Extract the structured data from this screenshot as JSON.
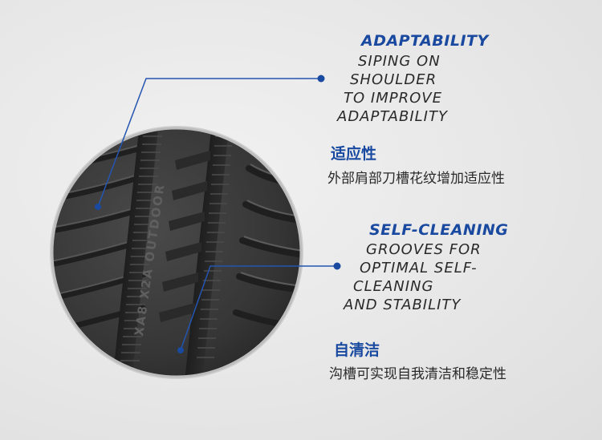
{
  "callouts": [
    {
      "title": "ADAPTABILITY",
      "lines": [
        "SIPING ON",
        "SHOULDER",
        "TO IMPROVE",
        "ADAPTABILITY"
      ],
      "cn_title": "适应性",
      "cn_desc": "外部肩部刀槽花纹增加适应性"
    },
    {
      "title": "SELF-CLEANING",
      "lines": [
        "GROOVES FOR",
        "OPTIMAL SELF-",
        "CLEANING",
        "AND STABILITY"
      ],
      "cn_title": "自清洁",
      "cn_desc": "沟槽可实现自我清洁和稳定性"
    }
  ],
  "tire": {
    "sidewall_text": "XA8 X2A OUTDOOR"
  },
  "colors": {
    "accent": "#1a4aa0",
    "leader_line": "#2455b0",
    "text": "#2a2a2a",
    "background": "#e9e9e9",
    "tread": "#3a3a3a"
  }
}
